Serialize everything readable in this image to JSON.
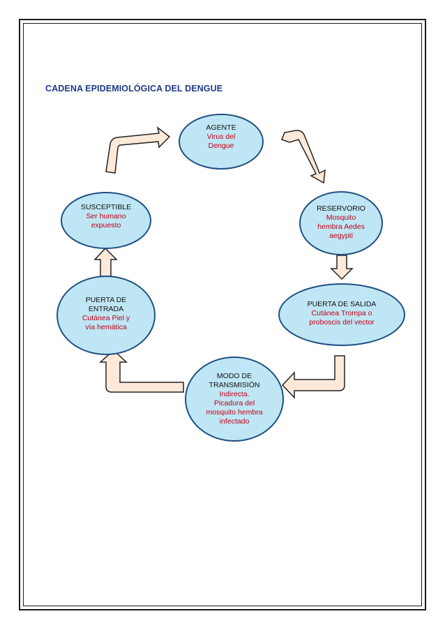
{
  "title": "CADENA EPIDEMIOLÓGICA DEL DENGUE",
  "colors": {
    "node_fill": "#bfe6f4",
    "node_stroke": "#1f4f82",
    "arrow_fill": "#fde9d9",
    "arrow_stroke": "#222222",
    "label_red": "#c0001a",
    "title_blue": "#1f3b8a"
  },
  "nodes": {
    "agente": {
      "head": [
        "AGENTE"
      ],
      "body": [
        "Virus del",
        "Dengue"
      ]
    },
    "reservorio": {
      "head": [
        "RESERVORIO"
      ],
      "body": [
        "Mosquito",
        "hembra Aedes",
        "aegypti"
      ]
    },
    "salida": {
      "head": [
        "PUERTA DE SALIDA"
      ],
      "body": [
        "Cutánea Trompa o",
        "proboscis del vector"
      ]
    },
    "modo": {
      "head": [
        "MODO DE",
        "TRANSMISIÓN"
      ],
      "body": [
        "Indirecta.",
        "Picadura del",
        "mosquito hembra",
        "infectado"
      ]
    },
    "entrada": {
      "head": [
        "PUERTA DE",
        "ENTRADA"
      ],
      "body": [
        "Cutánea Piel y",
        "vía hemática"
      ]
    },
    "susceptible": {
      "head": [
        "SUSCEPTIBLE"
      ],
      "body": [
        "Ser humano",
        "expuesto"
      ]
    }
  }
}
